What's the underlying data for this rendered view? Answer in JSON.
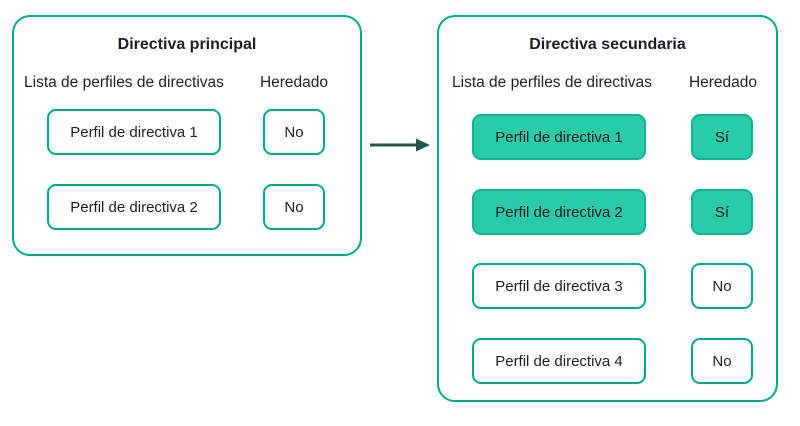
{
  "colors": {
    "panel_border": "#00a88e",
    "highlight_fill": "#29cba7",
    "highlight_border": "#10b393",
    "text": "#1d1d2b",
    "arrow": "#24564e",
    "background": "#ffffff"
  },
  "left_panel": {
    "title": "Directiva principal",
    "list_header": "Lista de perfiles de directivas",
    "inherited_header": "Heredado",
    "rows": [
      {
        "profile": "Perfil de directiva 1",
        "inherited": "No",
        "highlighted": false
      },
      {
        "profile": "Perfil de directiva 2",
        "inherited": "No",
        "highlighted": false
      }
    ]
  },
  "right_panel": {
    "title": "Directiva secundaria",
    "list_header": "Lista de perfiles de directivas",
    "inherited_header": "Heredado",
    "rows": [
      {
        "profile": "Perfil de directiva 1",
        "inherited": "Sí",
        "highlighted": true
      },
      {
        "profile": "Perfil de directiva 2",
        "inherited": "Sí",
        "highlighted": true
      },
      {
        "profile": "Perfil de directiva 3",
        "inherited": "No",
        "highlighted": false
      },
      {
        "profile": "Perfil de directiva 4",
        "inherited": "No",
        "highlighted": false
      }
    ]
  },
  "arrow": {
    "direction": "right"
  }
}
